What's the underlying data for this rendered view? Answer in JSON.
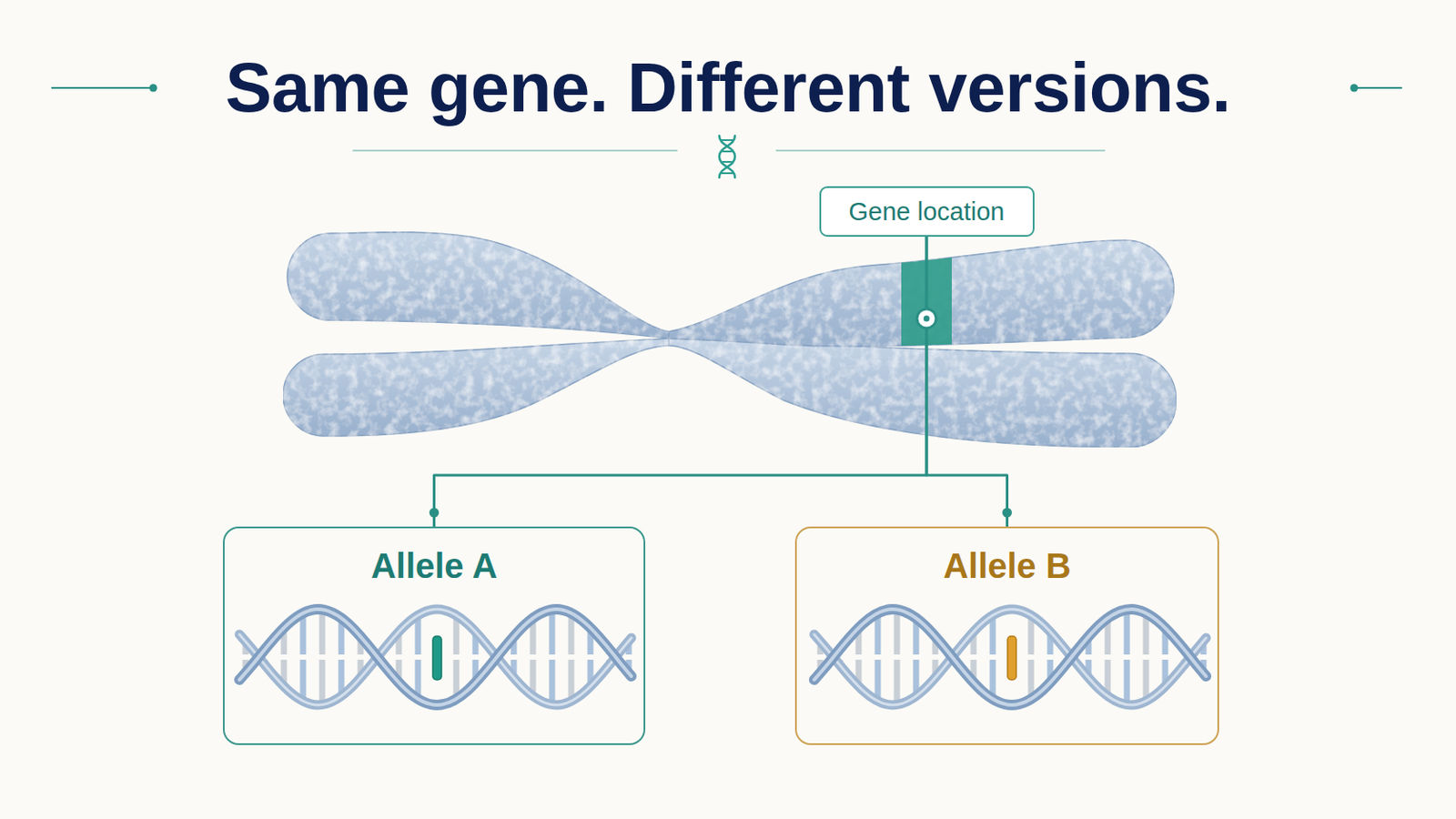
{
  "diagram": {
    "title": "Same gene. Different versions.",
    "nodes": [
      {
        "text": [
          "Gene location"
        ]
      },
      {
        "text": [
          "Allele A"
        ]
      },
      {
        "text": [
          "Allele B"
        ]
      }
    ],
    "edges": [
      {
        "from": 0,
        "to": 1,
        "arrow": "none"
      },
      {
        "from": 0,
        "to": 2,
        "arrow": "none"
      }
    ]
  }
}
